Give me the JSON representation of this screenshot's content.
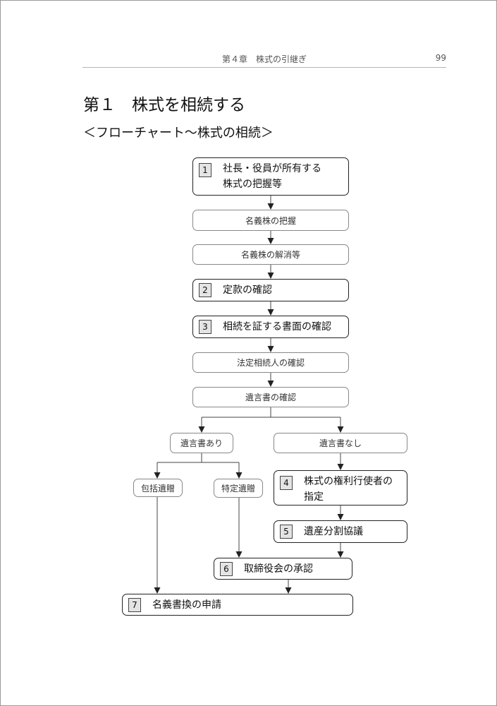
{
  "header": {
    "chapter": "第４章　株式の引継ぎ",
    "page_number": "99"
  },
  "section_title": "第１　株式を相続する",
  "subtitle": "＜フローチャート～株式の相続＞",
  "flowchart": {
    "step1": {
      "num": "1",
      "label": "社長・役員が所有する\n株式の把握等"
    },
    "nominee_identify": "名義株の把握",
    "nominee_resolve": "名義株の解消等",
    "step2": {
      "num": "2",
      "label": "定款の確認"
    },
    "step3": {
      "num": "3",
      "label": "相続を証する書面の確認"
    },
    "heirs_confirm": "法定相続人の確認",
    "will_confirm": "遺言書の確認",
    "will_yes": "遺言書あり",
    "will_no": "遺言書なし",
    "general_bequest": "包括遺贈",
    "specific_bequest": "特定遺贈",
    "step4": {
      "num": "4",
      "label": "株式の権利行使者の\n指定"
    },
    "step5": {
      "num": "5",
      "label": "遺産分割協議"
    },
    "step6": {
      "num": "6",
      "label": "取締役会の承認"
    },
    "step7": {
      "num": "7",
      "label": "名義書換の申請"
    }
  }
}
